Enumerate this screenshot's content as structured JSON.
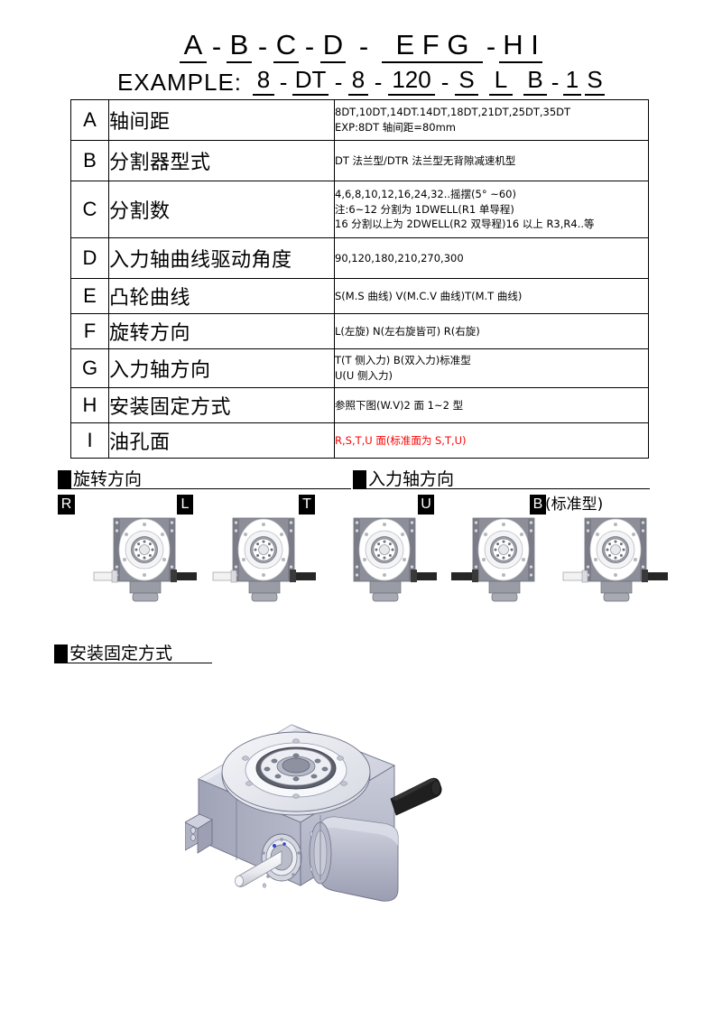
{
  "header": {
    "code_segments": [
      {
        "text": "A",
        "underlined": true
      },
      {
        "text": "-",
        "underlined": false
      },
      {
        "text": "B",
        "underlined": true
      },
      {
        "text": "-",
        "underlined": false
      },
      {
        "text": "C",
        "underlined": true
      },
      {
        "text": "-",
        "underlined": false
      },
      {
        "text": "D",
        "underlined": true
      },
      {
        "text": "-",
        "underlined": false
      },
      {
        "text": "E  F  G",
        "underlined": true
      },
      {
        "text": "-",
        "underlined": false
      },
      {
        "text": "H I",
        "underlined": true
      }
    ],
    "example_label": "EXAMPLE:",
    "example_segments": [
      {
        "text": "8",
        "overline": true
      },
      {
        "text": "-",
        "overline": false
      },
      {
        "text": "DT",
        "overline": true
      },
      {
        "text": "-",
        "overline": false
      },
      {
        "text": "8",
        "overline": true
      },
      {
        "text": "-",
        "overline": false
      },
      {
        "text": "120",
        "overline": true
      },
      {
        "text": "-",
        "overline": false
      },
      {
        "text": "S",
        "overline": true
      },
      {
        "text": "L",
        "overline": true
      },
      {
        "text": "B",
        "overline": true
      },
      {
        "text": "-",
        "overline": false
      },
      {
        "text": "1",
        "overline": true
      },
      {
        "text": "S",
        "overline": true
      }
    ]
  },
  "table": {
    "rows": [
      {
        "key": "A",
        "name": "轴间距",
        "desc": [
          "8DT,10DT,14DT.14DT,18DT,21DT,25DT,35DT",
          "EXP:8DT 轴间距=80mm"
        ],
        "red": false
      },
      {
        "key": "B",
        "name": "分割器型式",
        "desc": [
          "DT 法兰型/DTR 法兰型无背隙减速机型"
        ],
        "red": false
      },
      {
        "key": "C",
        "name": "分割数",
        "desc": [
          "4,6,8,10,12,16,24,32..摇摆(5° ~60)",
          "注:6~12 分割为 1DWELL(R1 单导程)",
          "16 分割以上为 2DWELL(R2 双导程)16 以上 R3,R4..等"
        ],
        "red": false
      },
      {
        "key": "D",
        "name": "入力轴曲线驱动角度",
        "desc": [
          "90,120,180,210,270,300"
        ],
        "red": false
      },
      {
        "key": "E",
        "name": "凸轮曲线",
        "desc": [
          "S(M.S 曲线) V(M.C.V 曲线)T(M.T 曲线)"
        ],
        "red": false
      },
      {
        "key": "F",
        "name": "旋转方向",
        "desc": [
          "L(左旋) N(左右旋皆可) R(右旋)"
        ],
        "red": false
      },
      {
        "key": "G",
        "name": "入力轴方向",
        "desc": [
          "T(T 侧入力) B(双入力)标准型",
          "U(U 侧入力)"
        ],
        "red": false
      },
      {
        "key": "H",
        "name": "安装固定方式",
        "desc": [
          "参照下图(W.V)2 面 1~2 型"
        ],
        "red": false
      },
      {
        "key": "I",
        "name": "油孔面",
        "desc": [
          "R,S,T,U 面(标准面为 S,T,U)"
        ],
        "red": true
      }
    ]
  },
  "sections": {
    "rotation": {
      "title": "旋转方向",
      "labels": [
        {
          "code": "R",
          "suffix": ""
        },
        {
          "code": "L",
          "suffix": ""
        }
      ]
    },
    "input_shaft": {
      "title": "入力轴方向",
      "labels": [
        {
          "code": "T",
          "suffix": ""
        },
        {
          "code": "U",
          "suffix": ""
        },
        {
          "code": "B",
          "suffix": "(标准型)"
        }
      ]
    },
    "mounting": {
      "title": "安装固定方式"
    }
  },
  "devices": [
    {
      "name": "device-R",
      "left_shaft": "light",
      "right_shaft": "dark"
    },
    {
      "name": "device-L",
      "left_shaft": "light",
      "right_shaft": "dark"
    },
    {
      "name": "device-T",
      "left_shaft": "none",
      "right_shaft": "dark"
    },
    {
      "name": "device-U",
      "left_shaft": "dark",
      "right_shaft": "none"
    },
    {
      "name": "device-B",
      "left_shaft": "light",
      "right_shaft": "dark"
    }
  ],
  "colors": {
    "red_text": "#ff0000",
    "border": "#000000",
    "body_gray": "#8c8f99",
    "body_gray_dark": "#6e7079",
    "face_light": "#ffffff",
    "motor_gray": "#b9bac6",
    "shaft_dark": "#262626",
    "shaft_light": "#f2f2f2",
    "iso_top": "#d9dce8",
    "iso_side": "#a7abbd",
    "iso_front": "#c3c6d4"
  }
}
